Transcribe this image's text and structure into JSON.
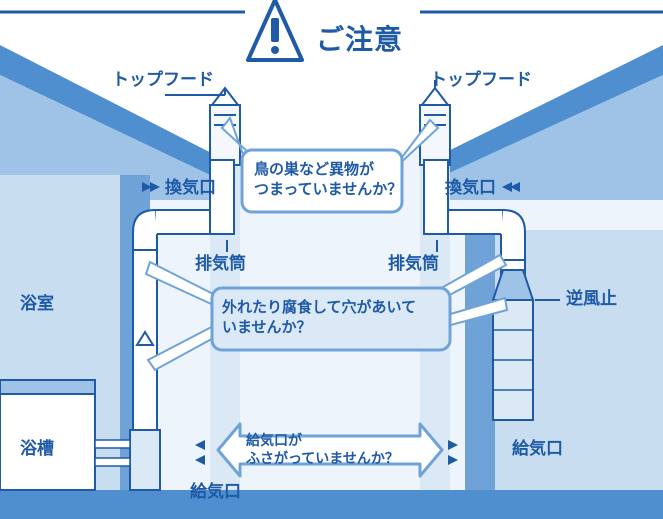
{
  "title": "ご注意",
  "labels": {
    "top_hood_left": "トップフード",
    "top_hood_right": "トップフード",
    "vent_left": "換気口",
    "vent_right": "換気口",
    "exhaust_left": "排気筒",
    "exhaust_right": "排気筒",
    "bathroom": "浴室",
    "bathtub": "浴槽",
    "backdraft_stopper": "逆風止",
    "supply_left": "給気口",
    "supply_right": "給気口"
  },
  "callouts": {
    "nest": {
      "line1": "鳥の巣など異物が",
      "line2": "つまっていませんか？"
    },
    "corrosion": {
      "line1": "外れたり腐食して穴があいて",
      "line2": "いませんか？"
    },
    "supply": {
      "line1": "給気口が",
      "line2": "ふさがっていませんか？"
    }
  },
  "colors": {
    "brand_blue": "#1f5aa6",
    "light_blue": "#9fc3e6",
    "mid_blue": "#6fa3d8",
    "pale_blue": "#dbe9f6",
    "wall_blue": "#4f8fd0"
  }
}
